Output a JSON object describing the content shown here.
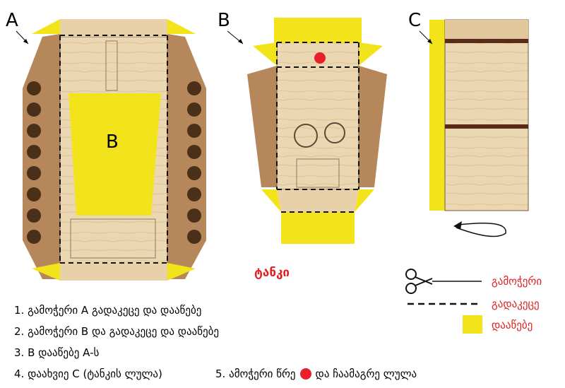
{
  "labels": {
    "a": "A",
    "b": "B",
    "c": "C",
    "b_inner": "B"
  },
  "title": "ტანკი",
  "legend": {
    "cut": "გამოჭერი",
    "fold": "გადაკეცე",
    "glue": "დააწებე"
  },
  "steps": [
    "1. გამოჭერი A  გადაკეცე და დააწებე",
    "2. გამოჭერი B და გადაკეცე და დააწებე",
    "3.  B დააწებე A-ს",
    "4.  დაახვიე C (ტანკის ლულა)"
  ],
  "step5": {
    "before": "5.  ამოჭერი წრე",
    "after": "და ჩაამაგრე ლულა"
  },
  "colors": {
    "glue": "#f2e31a",
    "paper": "#e8cfa6",
    "cut_dot": "#e8202a",
    "accent": "#e02020"
  }
}
